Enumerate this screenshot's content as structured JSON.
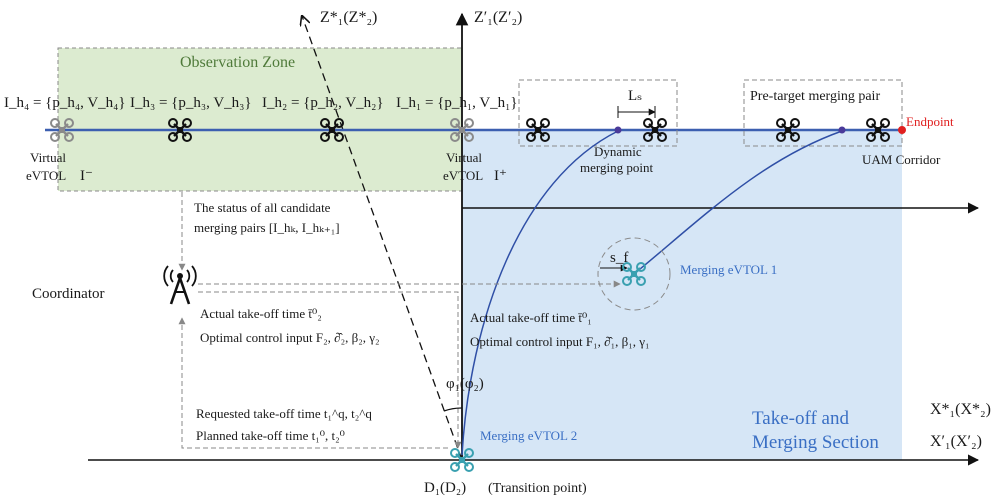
{
  "colors": {
    "observation_zone_fill": "#dcebd0",
    "merging_section_fill": "#d6e6f6",
    "corridor_line": "#3c5fb0",
    "trajectory": "#2f4fa6",
    "drone_dark": "#111111",
    "drone_virtual": "#8a8a8a",
    "drone_merging": "#3aa0b0",
    "endpoint": "#e02020",
    "zone_title": "#4f7a3a",
    "section_label": "#3a6fc4"
  },
  "axes": {
    "z_star": "Z*₁(Z*₂)",
    "z_prime": "Z′₁(Z′₂)",
    "x_star": "X*₁(X*₂)",
    "x_prime": "X′₁(X′₂)"
  },
  "zones": {
    "observation": "Observation Zone",
    "merging_line1": "Take-off and",
    "merging_line2": "Merging Section"
  },
  "info_sets": {
    "h4": "I_h₄ = {p_h₄, V_h₄}",
    "h3": "I_h₃ = {p_h₃, V_h₃}",
    "h2": "I_h₂ = {p_h₂, V_h₂}",
    "h1": "I_h₁ = {p_h₁, V_h₁}"
  },
  "labels": {
    "virtual_left_line1": "Virtual",
    "virtual_left_line2": "eVTOL",
    "i_minus": "I⁻",
    "virtual_right_line1": "Virtual",
    "virtual_right_line2": "eVTOL",
    "i_plus": "I⁺",
    "dynamic_line1": "Dynamic",
    "dynamic_line2": "merging point",
    "ls": "Lₛ",
    "pre_target": "Pre-target merging pair",
    "endpoint": "Endpoint",
    "uam_corridor": "UAM Corridor",
    "status_line1": "The status of all candidate",
    "status_line2": "merging pairs [I_hₖ, I_hₖ₊₁]",
    "coordinator": "Coordinator",
    "sf": "s_f",
    "merging_evtol_1": "Merging eVTOL 1",
    "merging_evtol_2": "Merging eVTOL 2",
    "actual_takeoff_2": "Actual take-off time t̄⁰₂",
    "optimal_control_2": "Optimal control input F₂, ∂̂₂, β₂, γ₂",
    "actual_takeoff_1": "Actual take-off time t̄⁰₁",
    "optimal_control_1": "Optimal control input F₁, ∂̂₁, β₁, γ₁",
    "requested_takeoff": "Requested take-off time t₁^q, t₂^q",
    "planned_takeoff": "Planned take-off time t₁⁰, t₂⁰",
    "phi": "φ₁(φ₂)",
    "transition_symbol": "D₁(D₂)",
    "transition_text": "(Transition point)"
  },
  "icons": {
    "corridor_drone": "quadcopter-icon",
    "coordinator": "radio-tower-icon",
    "endpoint": "endpoint-dot-icon"
  }
}
